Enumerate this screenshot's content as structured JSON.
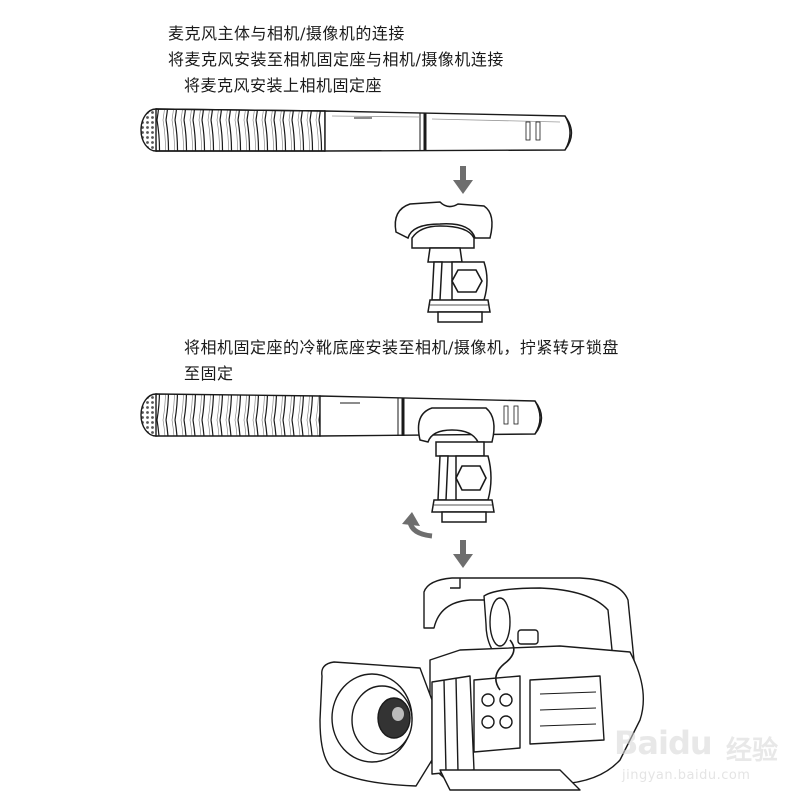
{
  "instructions": {
    "step_title": "麦克风主体与相机/摄像机的连接",
    "step_1": "将麦克风安装至相机固定座与相机/摄像机连接",
    "step_1a": "将麦克风安装上相机固定座",
    "step_2_line1": "将相机固定座的冷靴底座安装至相机/摄像机，拧紧转牙锁盘",
    "step_2_line2": "至固定"
  },
  "watermark": {
    "logo": "Baidu",
    "brand": "经验",
    "url": "jingyan.baidu.com"
  },
  "icons": {
    "arrow_down": "arrow-down-icon",
    "rotate_arrow": "rotate-arrow-icon"
  },
  "colors": {
    "line": "#1a1a1a",
    "arrow": "#6e6e6e",
    "watermark": "#d6d6d6"
  }
}
